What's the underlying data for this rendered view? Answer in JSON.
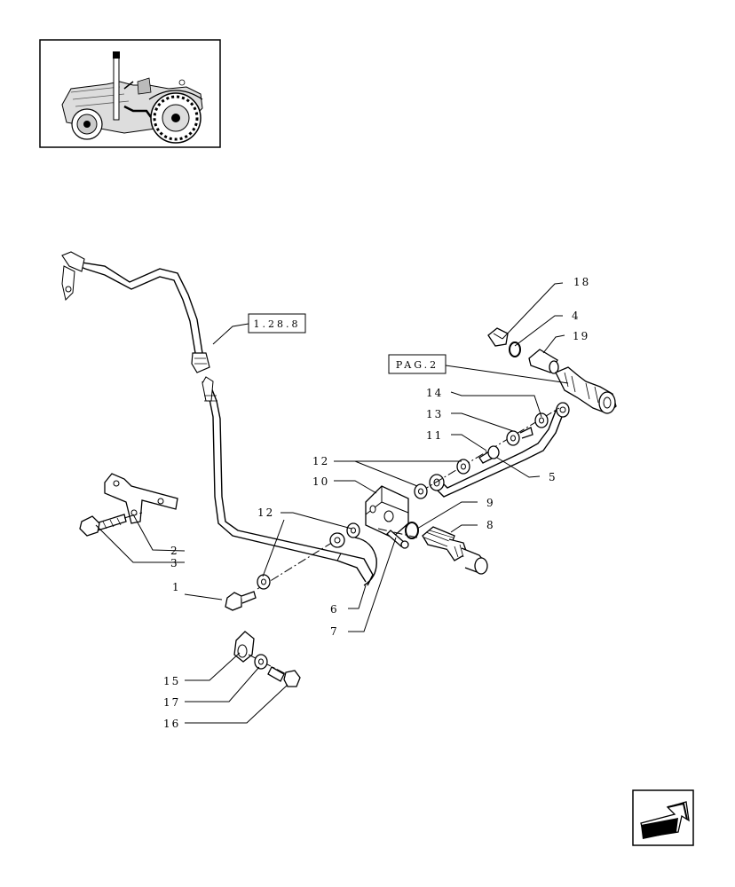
{
  "thumbnail": {
    "icon": "tractor-thumbnail-icon"
  },
  "references": {
    "ref_1_28_8": "1.28.8",
    "ref_pag_2": "PAG.2"
  },
  "callouts": {
    "c1": "1",
    "c2": "2",
    "c3": "3",
    "c4": "4",
    "c5": "5",
    "c6": "6",
    "c7": "7",
    "c8": "8",
    "c9": "9",
    "c10": "10",
    "c11": "11",
    "c12a": "12",
    "c12b": "12",
    "c13": "13",
    "c14": "14",
    "c15": "15",
    "c16": "16",
    "c17": "17",
    "c18": "18",
    "c19": "19"
  },
  "nav": {
    "icon": "next-page-arrow-icon"
  }
}
